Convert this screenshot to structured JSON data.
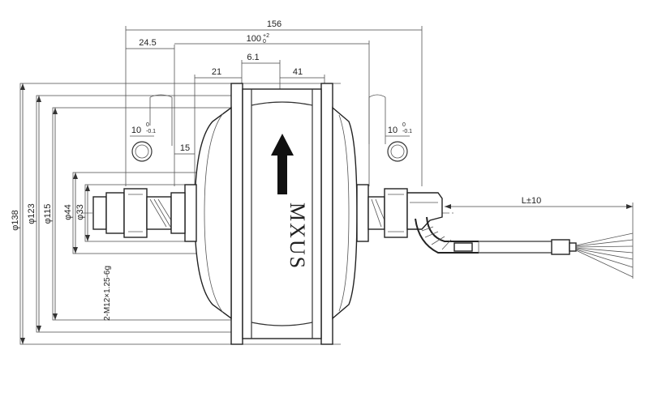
{
  "dimensions": {
    "overall_width": "156",
    "flange_offset": "24.5",
    "shaft_length_base": "100",
    "shaft_tol_upper": "+2",
    "shaft_tol_lower": "0",
    "offset_6_1": "6.1",
    "width_21": "21",
    "width_41": "41",
    "width_15": "15",
    "slot_left": "10",
    "slot_right": "10",
    "slot_tol_upper": "0",
    "slot_tol_lower": "-0.1",
    "dia_138": "φ138",
    "dia_123": "φ123",
    "dia_115": "φ115",
    "dia_44": "φ44",
    "dia_33": "φ33",
    "thread": "2-M12×1.25-6g",
    "cable_length": "L±10"
  },
  "brand": "MXUS"
}
